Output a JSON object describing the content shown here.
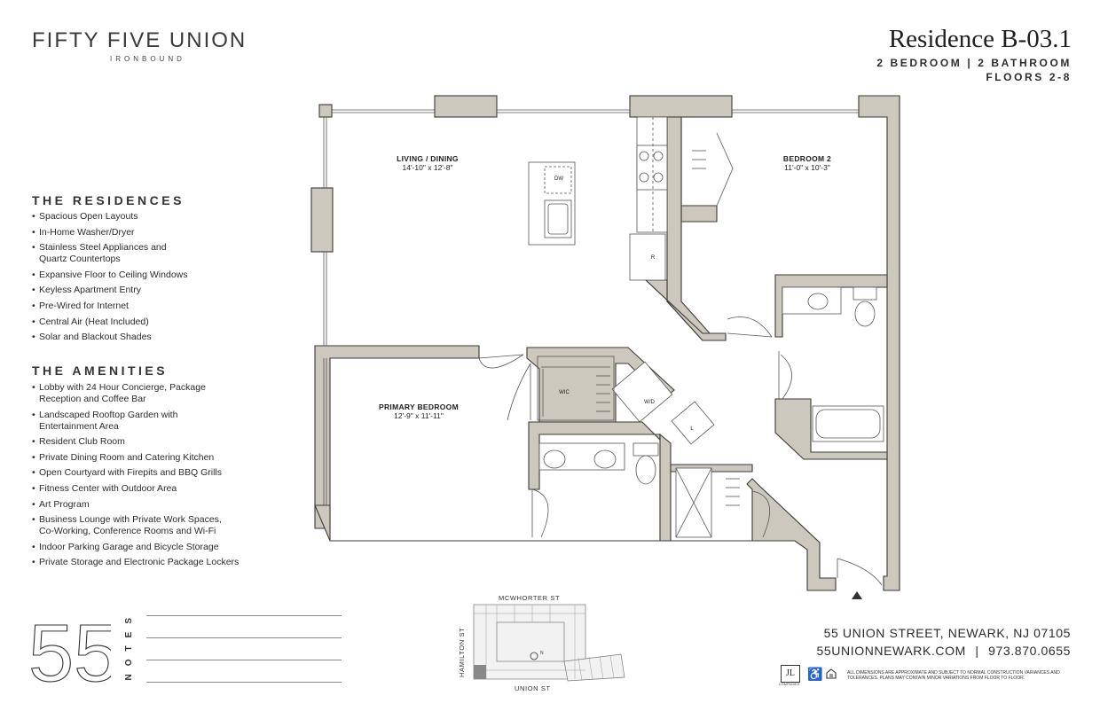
{
  "brand": {
    "name": "FIFTY FIVE UNION",
    "subtitle": "IRONBOUND"
  },
  "residence": {
    "title": "Residence B-03.1",
    "bed_bath": "2 BEDROOM  |  2 BATHROOM",
    "floors": "FLOORS 2-8"
  },
  "residences": {
    "heading": "THE RESIDENCES",
    "items": [
      "Spacious Open Layouts",
      "In-Home Washer/Dryer",
      "Stainless Steel Appliances and Quartz Countertops",
      "Expansive Floor to Ceiling Windows",
      "Keyless Apartment Entry",
      "Pre-Wired for Internet",
      "Central Air (Heat Included)",
      "Solar and Blackout Shades"
    ]
  },
  "amenities": {
    "heading": "THE AMENITIES",
    "items": [
      "Lobby with 24 Hour Concierge, Package Reception and Coffee Bar",
      "Landscaped Rooftop Garden with Entertainment Area",
      "Resident Club Room",
      "Private Dining Room and Catering Kitchen",
      "Open Courtyard with Firepits and BBQ Grills",
      "Fitness Center with Outdoor Area",
      "Art Program",
      "Business Lounge with Private Work Spaces, Co-Working, Conference Rooms and Wi-Fi",
      "Indoor Parking Garage and Bicycle Storage",
      "Private Storage and Electronic Package Lockers"
    ]
  },
  "notes": {
    "label": "NOTES",
    "logo_number": "55"
  },
  "floorplan": {
    "rooms": [
      {
        "name": "LIVING / DINING",
        "dims": "14'-10\" x 12'-8\""
      },
      {
        "name": "BEDROOM 2",
        "dims": "11'-0\" x 10'-3\""
      },
      {
        "name": "PRIMARY BEDROOM",
        "dims": "12'-9\" x 11'-11\""
      }
    ],
    "fixtures": {
      "dishwasher": "DW",
      "refrigerator": "R",
      "walk_in_closet": "WIC",
      "washer_dryer": "W/D",
      "linen": "L"
    },
    "wall_color": "#cdc8bd",
    "wall_stroke": "#3c3a37"
  },
  "site_plan": {
    "street_north": "MCWHORTER ST",
    "street_west": "HAMILTON ST",
    "street_south": "UNION ST",
    "north_marker": "N"
  },
  "contact": {
    "address": "55 UNION STREET, NEWARK, NJ 07105",
    "website": "55UNIONNEWARK.COM",
    "phone": "973.870.0655",
    "separator": "|"
  },
  "logos": {
    "jl": "JL",
    "jl_sub": "COMPANIES"
  },
  "disclaimer": "ALL DIMENSIONS ARE APPROXIMATE AND SUBJECT TO NORMAL CONSTRUCTION VARIANCES AND TOLERANCES. PLANS MAY CONTAIN MINOR VARIATIONS FROM FLOOR TO FLOOR."
}
